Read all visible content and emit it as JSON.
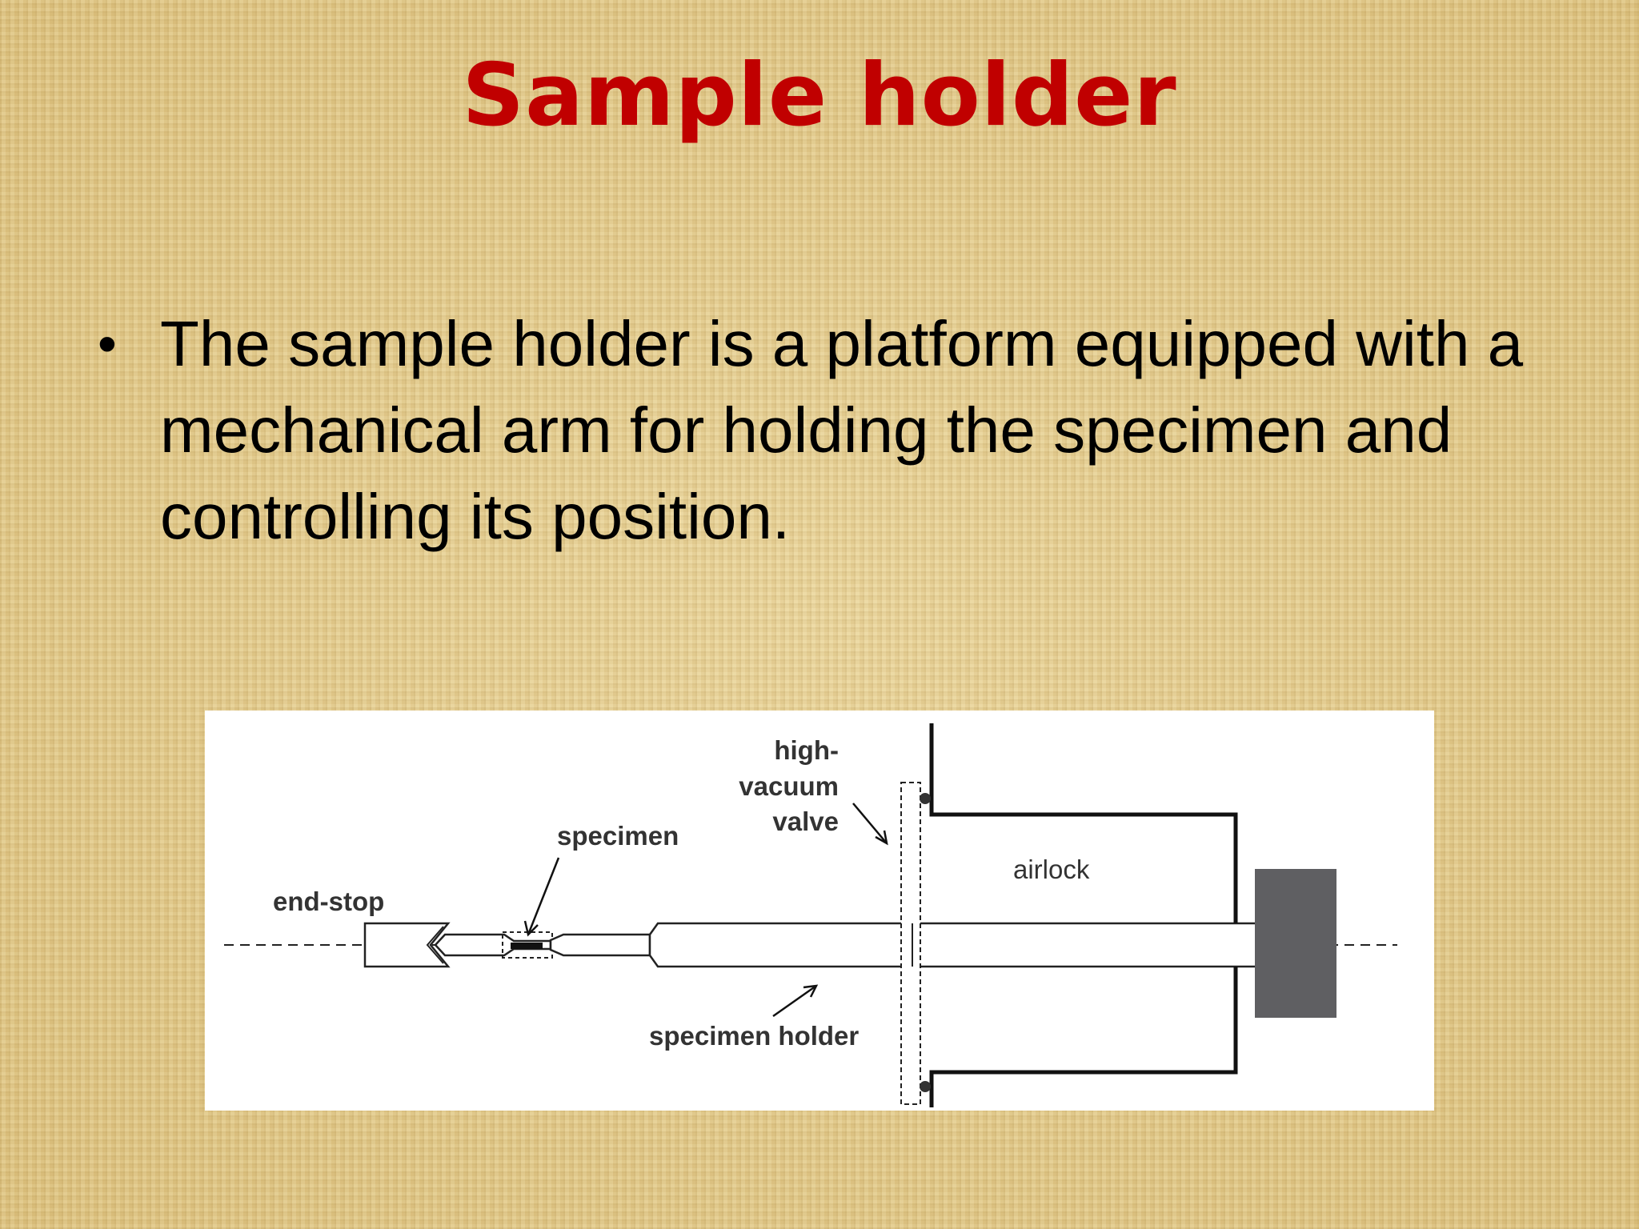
{
  "slide": {
    "title": "Sample  holder",
    "bullet": "The sample holder is a platform equipped with a mechanical arm for holding the specimen and controlling its position."
  },
  "diagram": {
    "labels": {
      "high_vacuum_valve": [
        "high-",
        "vacuum",
        "valve"
      ],
      "specimen": "specimen",
      "end_stop": "end-stop",
      "airlock": "airlock",
      "specimen_holder": "specimen holder"
    }
  },
  "colors": {
    "title": "#c00000",
    "text": "#000000",
    "background": "#e3ca8b",
    "knob": "#5f5f62"
  }
}
